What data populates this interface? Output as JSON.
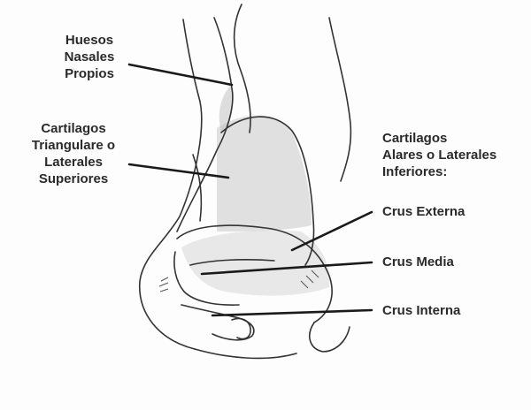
{
  "labels": {
    "huesos": "Huesos\nNasales\nPropios",
    "triangulares": "Cartilagos\nTriangulare o\nLaterales\nSuperiores",
    "alares": "Cartilagos\nAlares o Laterales\nInferiores:",
    "externa": "Crus Externa",
    "media": "Crus Media",
    "interna": "Crus Interna"
  }
}
